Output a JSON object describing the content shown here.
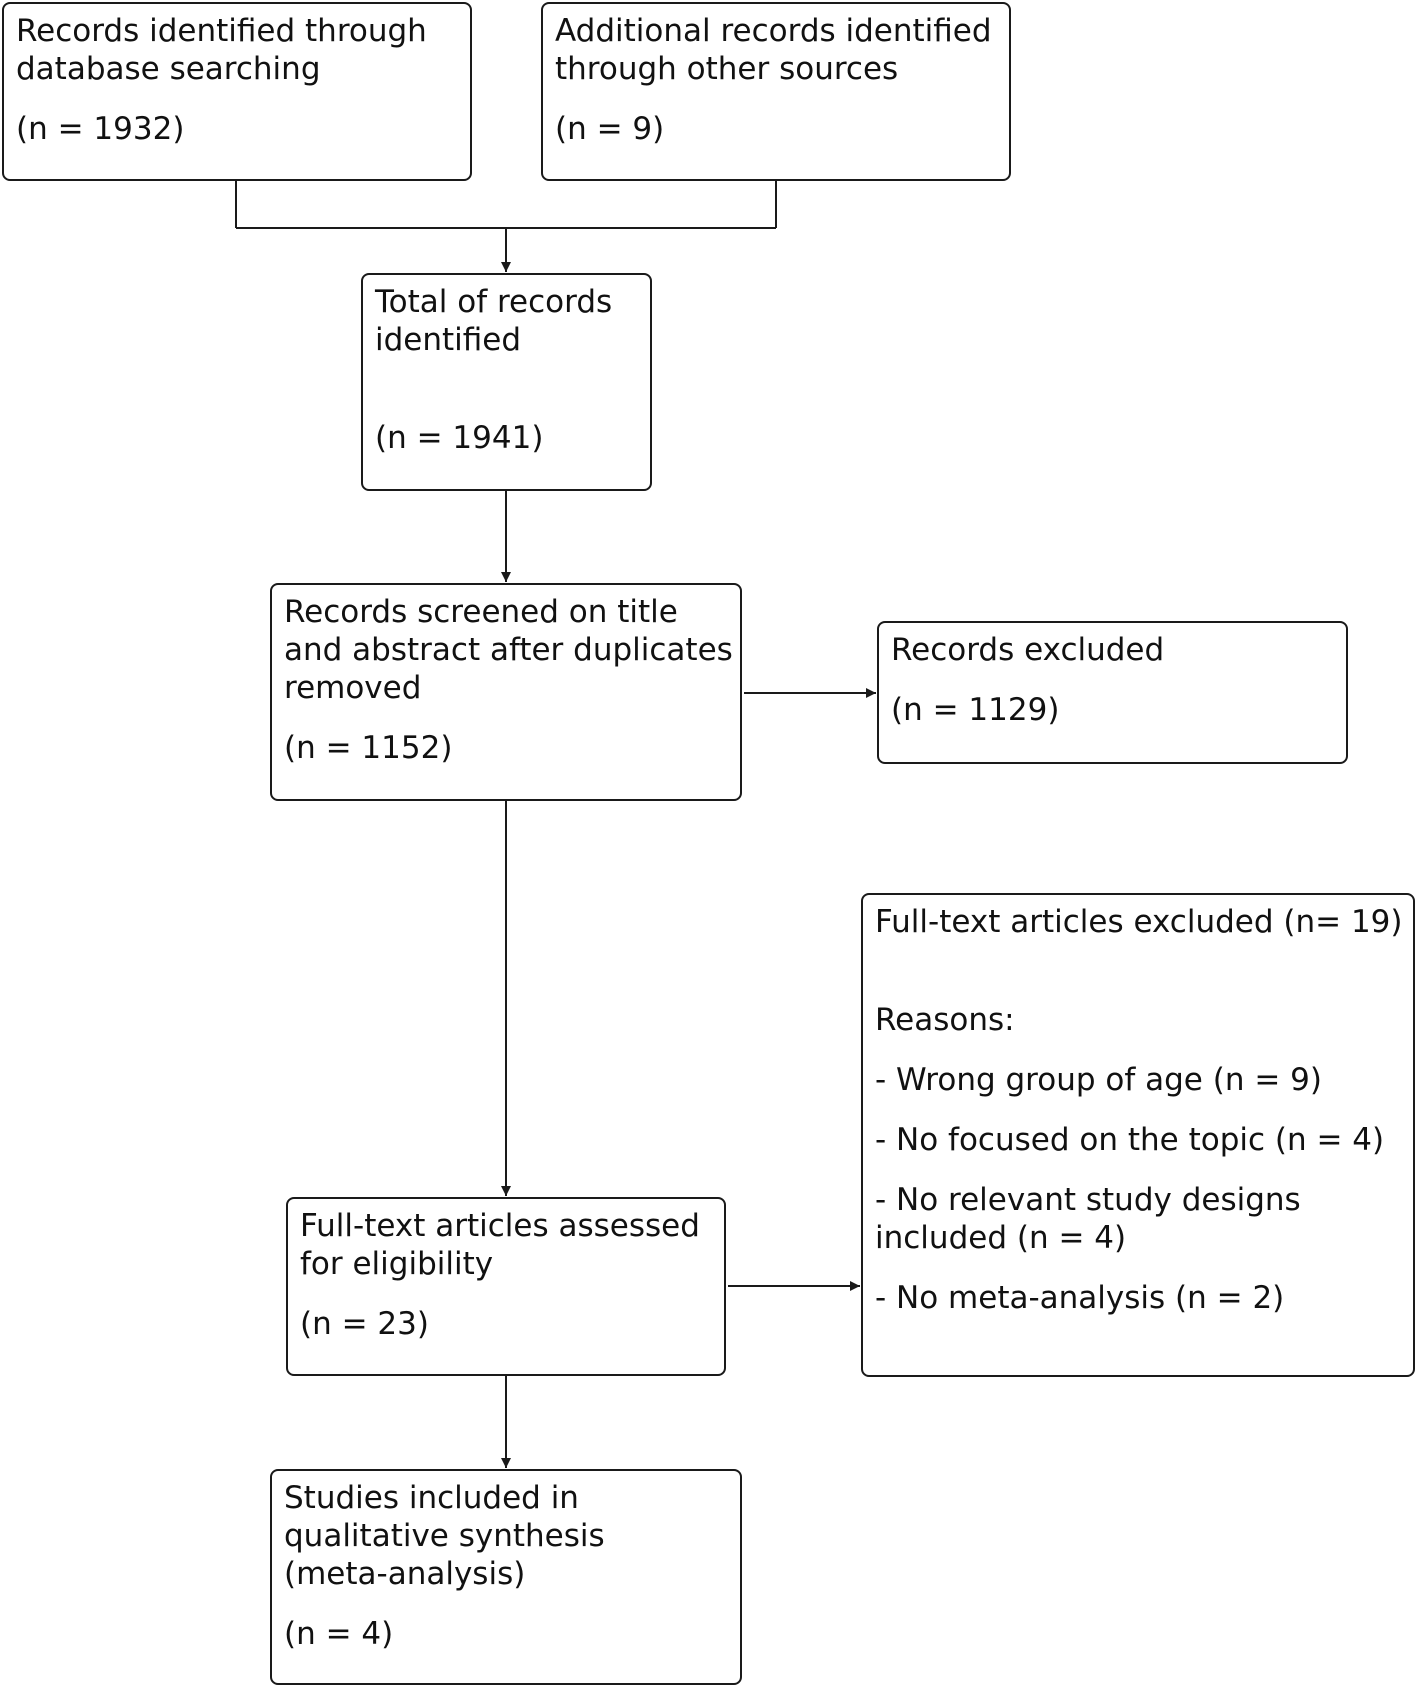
{
  "diagram": {
    "db_search": {
      "text_lines": [
        "Records identified through",
        "database searching"
      ],
      "count": "(n = 1932)"
    },
    "other_sources": {
      "text_lines": [
        "Additional records identified",
        "through other sources"
      ],
      "count": "(n = 9)"
    },
    "total_identified": {
      "text_lines": [
        "Total of records",
        "identified"
      ],
      "count": "(n = 1941)"
    },
    "screened": {
      "text_lines": [
        "Records screened on title",
        "and abstract after duplicates",
        "removed"
      ],
      "count": "(n = 1152)"
    },
    "excluded": {
      "text_lines": [
        "Records excluded"
      ],
      "count": "(n = 1129)"
    },
    "fulltext_assessed": {
      "text_lines": [
        "Full-text articles assessed",
        "for eligibility"
      ],
      "count": "(n = 23)"
    },
    "fulltext_excluded": {
      "title": "Full-text articles excluded (n= 19)",
      "reasons_label": "Reasons:",
      "reasons": [
        [
          "- Wrong group of age (n = 9)"
        ],
        [
          "- No focused on the topic (n = 4)"
        ],
        [
          "- No relevant study designs",
          "included (n = 4)"
        ],
        [
          "- No meta-analysis (n = 2)"
        ]
      ]
    },
    "included": {
      "text_lines": [
        "Studies included in",
        "qualitative synthesis",
        "(meta-analysis)"
      ],
      "count": "(n = 4)"
    }
  }
}
